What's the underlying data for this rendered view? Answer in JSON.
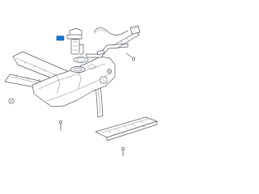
{
  "diagram": {
    "parts": [
      {
        "id": "fuel-tank"
      },
      {
        "id": "tank-mounting-strap-left"
      },
      {
        "id": "tank-mounting-strap-right"
      },
      {
        "id": "fuel-pump-module"
      },
      {
        "id": "lock-ring"
      },
      {
        "id": "fuel-filler-pipe"
      },
      {
        "id": "filler-pipe-tube"
      },
      {
        "id": "fuel-cap"
      },
      {
        "id": "skid-plate-shield"
      },
      {
        "id": "vent-valve"
      },
      {
        "id": "sender-clip"
      },
      {
        "id": "strap-bolt"
      },
      {
        "id": "mount-bolt"
      },
      {
        "id": "skid-plate-bolt"
      },
      {
        "id": "grommet"
      },
      {
        "id": "retaining-clip"
      }
    ],
    "highlighted_part": "sender-clip",
    "colors": {
      "line": "#555b63",
      "highlight": "#1a7ad9",
      "background": "#ffffff"
    }
  }
}
